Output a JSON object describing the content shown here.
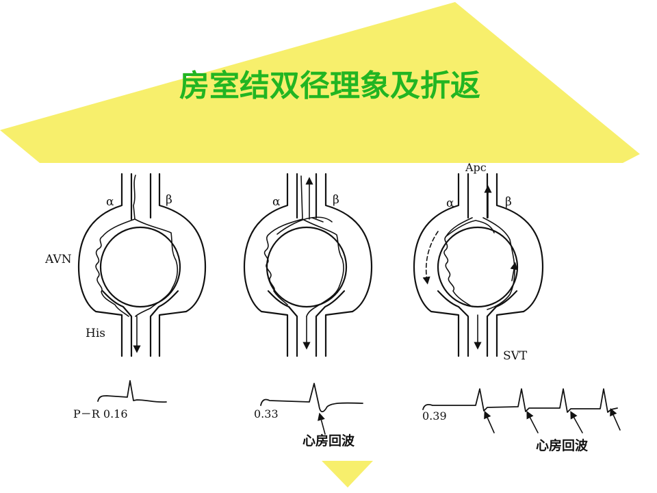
{
  "slide": {
    "title": "房室结双径理象及折返",
    "colors": {
      "title": "#22b522",
      "banner": "#f7ef6c",
      "text": "#111111"
    }
  },
  "panels": [
    {
      "labels": {
        "alpha": "α",
        "beta": "β",
        "avn": "AVN",
        "his": "His"
      },
      "ecg_label": "P－R 0.16"
    },
    {
      "labels": {
        "alpha": "α",
        "beta": "β"
      },
      "ecg_label": "0.33",
      "echo_label": "心房回波"
    },
    {
      "labels": {
        "alpha": "α",
        "beta": "β",
        "apc": "Apc",
        "svt": "SVT"
      },
      "ecg_label": "0.39",
      "echo_label": "心房回波"
    }
  ]
}
